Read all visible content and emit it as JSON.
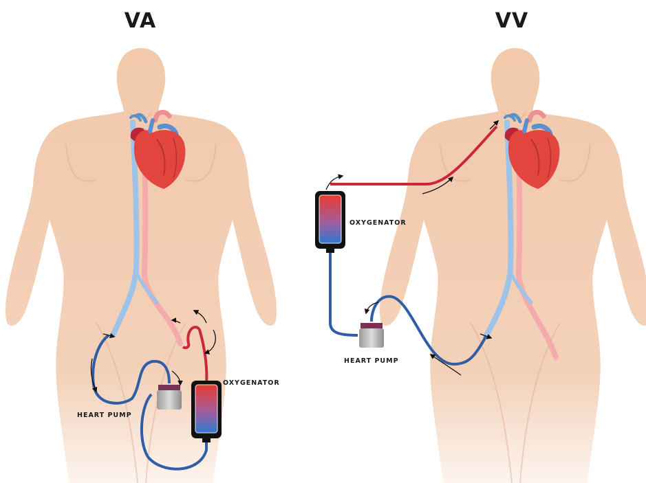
{
  "panels": [
    {
      "title": "VA",
      "labels": {
        "oxygenator": "OXYGENATOR",
        "pump": "HEART PUMP"
      }
    },
    {
      "title": "VV",
      "labels": {
        "oxygenator": "OXYGENATOR",
        "pump": "HEART PUMP"
      }
    }
  ],
  "colors": {
    "skin": "#f0c9ad",
    "skin_shadow": "#e2ab8c",
    "vein": "#2f5ea6",
    "vein_light": "#9cc3ea",
    "artery": "#c9283a",
    "artery_light": "#f5aaae",
    "heart": "#e2453e",
    "pump_cap": "#7b3153",
    "pump_body": "#b8b8b8"
  }
}
